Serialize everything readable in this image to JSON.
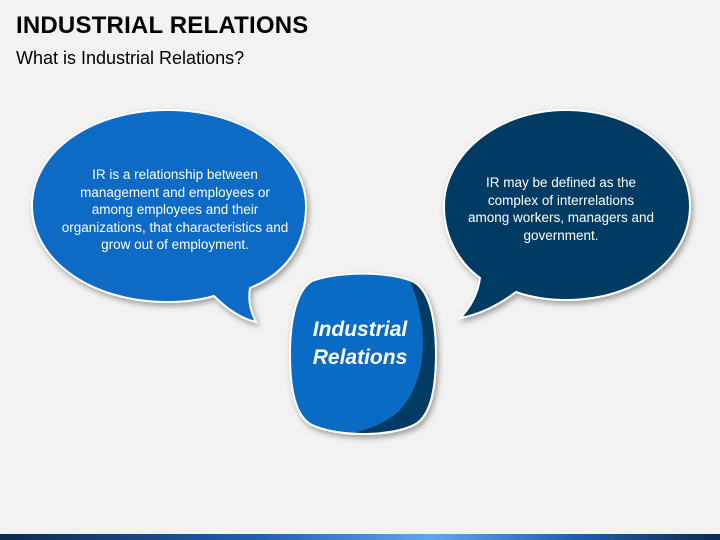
{
  "header": {
    "title": "INDUSTRIAL RELATIONS",
    "subtitle": "What is Industrial Relations?"
  },
  "diagram": {
    "left_bubble": {
      "text": "IR is a relationship between management and employees or among employees and their organizations, that characteristics and grow out of employment.",
      "color": "#0a6bc5"
    },
    "right_bubble": {
      "text": "IR may be defined as the complex of interrelations among workers, managers and government.",
      "color": "#063a63"
    },
    "center_node": {
      "text": "Industrial Relations",
      "color_light": "#0a6bc5",
      "color_dark": "#063a63"
    }
  },
  "colors": {
    "background": "#f2f2f2",
    "accent_light": "#0a6bc5",
    "accent_dark": "#063a63"
  }
}
